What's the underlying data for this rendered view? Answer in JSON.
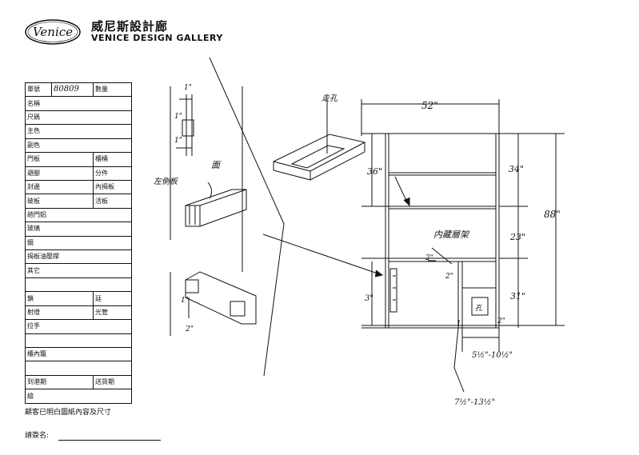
{
  "brand": {
    "logo_text": "Venice",
    "name_cn": "威尼斯設計廊",
    "name_en": "VENICE DESIGN GALLERY"
  },
  "form": {
    "order_no_label": "單號",
    "order_no_value": "80809",
    "quantity_label": "數量",
    "rows": {
      "name": "名稱",
      "size": "尺碼",
      "main_color": "主色",
      "sub_color": "副色",
      "door": "門板",
      "cabinet_body": "櫃桶",
      "kickboard": "避腳",
      "divider": "分件",
      "edge_banding": "封邊",
      "inner_flip": "內揭板",
      "fixed_panel": "玻板",
      "live_panel": "活板",
      "aluminum_frame": "趟門鋁",
      "glass": "玻璃",
      "mirror": "鏡",
      "flip_strut": "揭板油壓撑",
      "other": "其它",
      "lock": "鎖",
      "hinge": "廷",
      "spotlight": "射燈",
      "tube_light": "光管",
      "handle": "拉手",
      "cabinet_inside": "櫃內籠",
      "arrival_date": "到港期",
      "delivery_date": "送貨期",
      "drawing": "繪"
    }
  },
  "acknowledgement": "顧客已明白圖紙內容及尺寸",
  "signature_label": "請簽名:",
  "annotations": {
    "hole": "走孔",
    "width": "52\"",
    "h_36": "36\"",
    "h_34": "34\"",
    "h_88": "88\"",
    "h_23": "23\"",
    "h_31": "31\"",
    "h_3": "3\"",
    "d_2a": "2\"",
    "d_2b": "2\"",
    "d_2c": "2\"",
    "hidden_shelf": "内藏層架",
    "hole2": "孔",
    "w_range1": "5½\"-10½\"",
    "w_range2": "7½\"-13½\"",
    "side_panel": "左側板",
    "face": "面",
    "dim_1a": "1\"",
    "dim_1b": "1\"",
    "dim_1c": "1\"",
    "dim_1d": "1\"",
    "dim_2": "2\""
  }
}
